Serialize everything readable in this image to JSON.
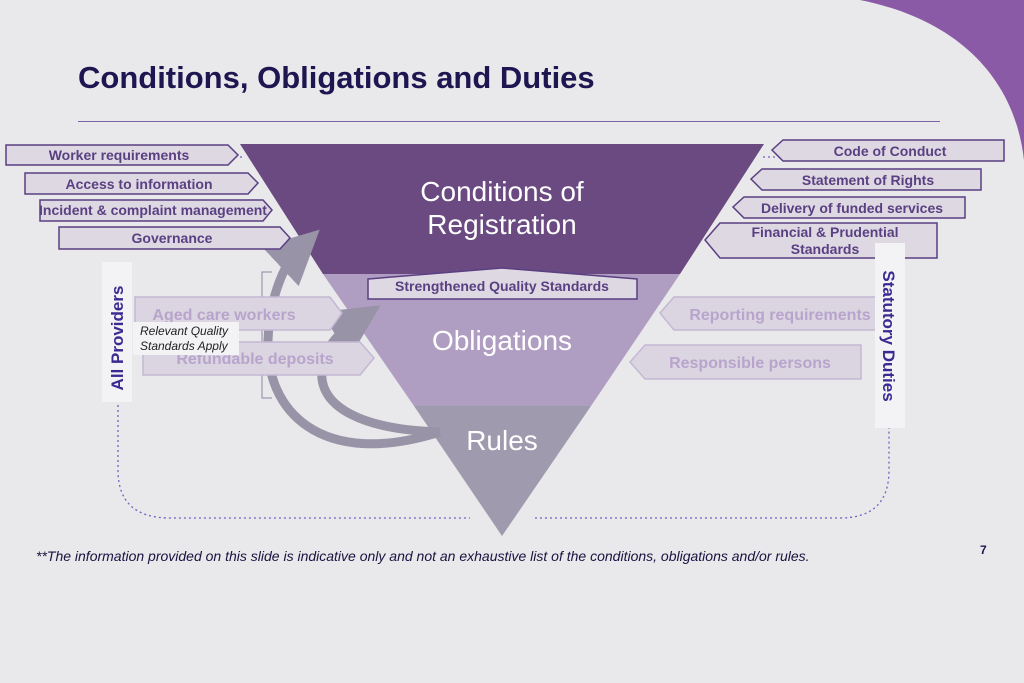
{
  "slide": {
    "title": "Conditions, Obligations and Duties",
    "footnote": "**The information provided on this slide is indicative only and not an exhaustive list of the conditions, obligations and/or rules.",
    "page_number": "7"
  },
  "colors": {
    "background": "#e9e8ea",
    "accent_corner": "#8a5aa6",
    "tier_conditions": "#6a4a80",
    "tier_obligations": "#b09ec2",
    "tier_rules": "#a09aaf",
    "box_fill": "#ddd8e2",
    "box_stroke": "#5a3f82",
    "text_dark": "#1e1650"
  },
  "pyramid": {
    "conditions_line1": "Conditions of",
    "conditions_line2": "Registration",
    "obligations": "Obligations",
    "rules": "Rules",
    "standards_banner": "Strengthened Quality Standards"
  },
  "left": {
    "side_label": "All Providers",
    "items": [
      "Worker requirements",
      "Access to information",
      "Incident & complaint management",
      "Governance"
    ],
    "faded_items": [
      "Aged care workers",
      "Refundable deposits"
    ],
    "note_line1": "Relevant Quality",
    "note_line2": "Standards Apply"
  },
  "right": {
    "side_label": "Statutory Duties",
    "items": [
      "Code of Conduct",
      "Statement of Rights",
      "Delivery of funded services",
      "Financial & Prudential",
      "Standards"
    ],
    "faded_items": [
      "Reporting requirements",
      "Responsible persons"
    ]
  }
}
